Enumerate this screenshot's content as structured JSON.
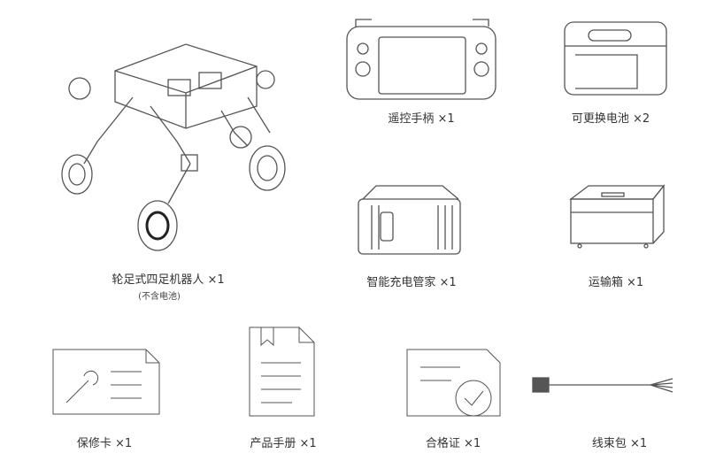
{
  "items": [
    {
      "label": "轮足式四足机器人 ×1",
      "note": "(不含电池)",
      "icon": "wheeled-quadruped-robot"
    },
    {
      "label": "遥控手柄 ×1",
      "icon": "remote-controller"
    },
    {
      "label": "可更换电池 ×2",
      "icon": "battery"
    },
    {
      "label": "智能充电管家 ×1",
      "icon": "charger"
    },
    {
      "label": "运输箱 ×1",
      "icon": "transport-case"
    },
    {
      "label": "保修卡 ×1",
      "icon": "warranty-card"
    },
    {
      "label": "产品手册 ×1",
      "icon": "manual"
    },
    {
      "label": "合格证 ×1",
      "icon": "certificate"
    },
    {
      "label": "线束包 ×1",
      "icon": "cable-kit"
    }
  ]
}
